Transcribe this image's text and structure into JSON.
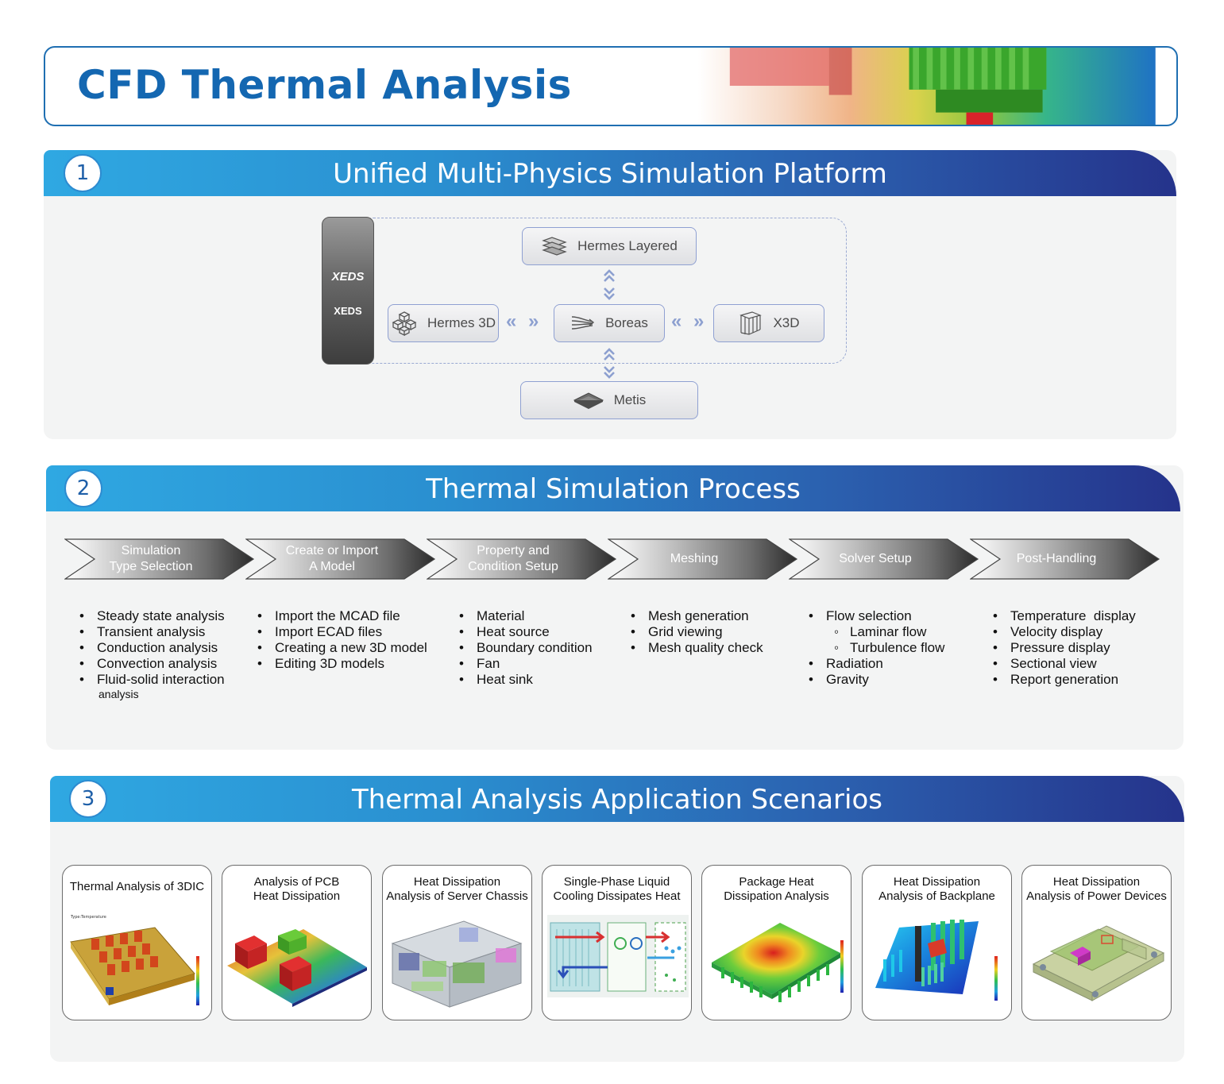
{
  "title": "CFD Thermal Analysis",
  "sections": [
    {
      "number": "1",
      "title": "Unified Multi-Physics Simulation Platform"
    },
    {
      "number": "2",
      "title": "Thermal Simulation Process"
    },
    {
      "number": "3",
      "title": "Thermal Analysis Application Scenarios"
    }
  ],
  "platform": {
    "xeds_logo": "XEDS",
    "xeds_label": "XEDS",
    "nodes": {
      "hermes_layered": "Hermes Layered",
      "hermes_3d": "Hermes 3D",
      "boreas": "Boreas",
      "x3d": "X3D",
      "metis": "Metis"
    },
    "arrow_glyph": "« »"
  },
  "process": {
    "steps": [
      {
        "label": "Simulation\nType Selection"
      },
      {
        "label": "Create or Import\nA Model"
      },
      {
        "label": "Property and\nCondition Setup"
      },
      {
        "label": "Meshing"
      },
      {
        "label": "Solver Setup"
      },
      {
        "label": "Post-Handling"
      }
    ],
    "lists": [
      [
        "Steady state analysis",
        "Transient analysis",
        "Conduction analysis",
        "Convection analysis",
        "Fluid-solid interaction",
        "analysis"
      ],
      [
        "Import the MCAD file",
        "Import ECAD files",
        "Creating a new 3D model",
        "Editing 3D models"
      ],
      [
        "Material",
        "Heat source",
        "Boundary condition",
        "Fan",
        "Heat sink"
      ],
      [
        "Mesh generation",
        "Grid viewing",
        "Mesh quality check"
      ],
      [
        "Flow selection",
        "Laminar flow",
        "Turbulence flow",
        "Radiation",
        "Gravity"
      ],
      [
        "Temperature  display",
        "Velocity display",
        "Pressure display",
        "Sectional view",
        "Report generation"
      ]
    ]
  },
  "scenarios": [
    {
      "title": "Thermal Analysis of 3DIC"
    },
    {
      "title": "Analysis of PCB\nHeat Dissipation"
    },
    {
      "title": "Heat Dissipation\nAnalysis of Server Chassis"
    },
    {
      "title": "Single-Phase Liquid\nCooling Dissipates Heat"
    },
    {
      "title": "Package Heat\nDissipation Analysis"
    },
    {
      "title": "Heat Dissipation\nAnalysis of Backplane"
    },
    {
      "title": "Heat Dissipation\nAnalysis of Power Devices"
    }
  ],
  "colors": {
    "title_blue": "#1467b1",
    "header_start": "#2fa8e2",
    "header_end": "#25338b",
    "panel_bg": "#f3f4f4"
  }
}
